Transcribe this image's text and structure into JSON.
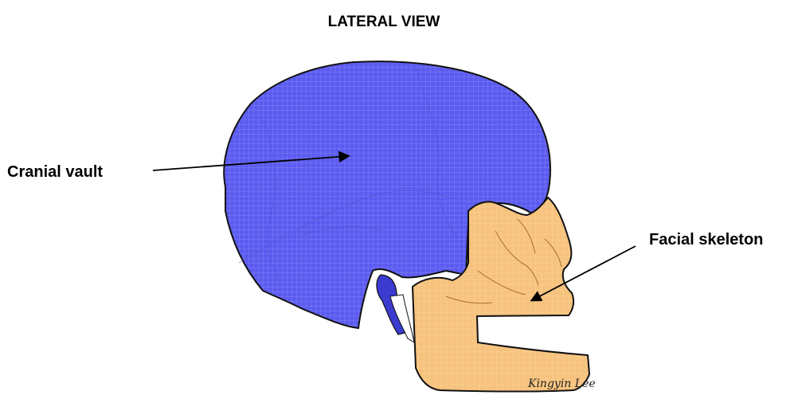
{
  "title": "LATERAL VIEW",
  "labels": {
    "cranial_vault": "Cranial vault",
    "facial_skeleton": "Facial skeleton"
  },
  "signature": "Kingyin Lee",
  "colors": {
    "cranial_vault_fill": "#5b5bf0",
    "facial_skeleton_fill": "#f7c27c",
    "grid_on_vault": "#8c8cf5",
    "grid_on_face": "#f9d6a8",
    "outline": "#111111",
    "arrow": "#000000"
  }
}
